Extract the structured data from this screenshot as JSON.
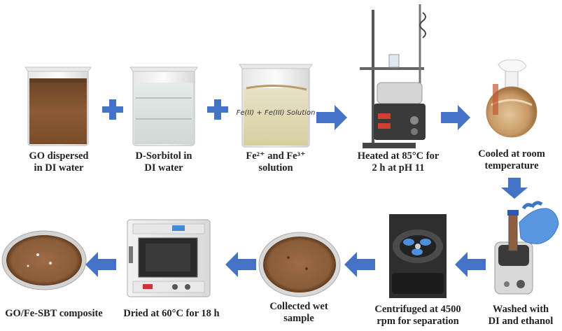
{
  "steps": [
    {
      "id": "go",
      "lines": [
        "GO dispersed",
        "in  DI water"
      ]
    },
    {
      "id": "sorbitol",
      "lines": [
        "D-Sorbitol in",
        "DI water"
      ]
    },
    {
      "id": "fe",
      "lines": [
        "Fe²⁺ and Fe³⁺",
        "solution"
      ]
    },
    {
      "id": "heated",
      "lines": [
        "Heated at 85°C for",
        "2 h at pH 11"
      ]
    },
    {
      "id": "cooled",
      "lines": [
        "Cooled at room",
        "temperature"
      ]
    },
    {
      "id": "washed",
      "lines": [
        "Washed with",
        "DI and ethanol"
      ]
    },
    {
      "id": "centrifuged",
      "lines": [
        "Centrifuged at 4500",
        "rpm for separation"
      ]
    },
    {
      "id": "collected",
      "lines": [
        "Collected wet",
        "sample"
      ]
    },
    {
      "id": "dried",
      "lines": [
        "Dried at 60°C for 18 h"
      ]
    },
    {
      "id": "composite",
      "lines": [
        "GO/Fe-SBT composite"
      ]
    }
  ],
  "beaker_label": "Fe(II) + Fe(III) Solution",
  "colors": {
    "plus": "#4472c4",
    "arrow": "#4472c4",
    "go_liquid": "#8a5a32",
    "sample_brown": "#8d6040"
  }
}
